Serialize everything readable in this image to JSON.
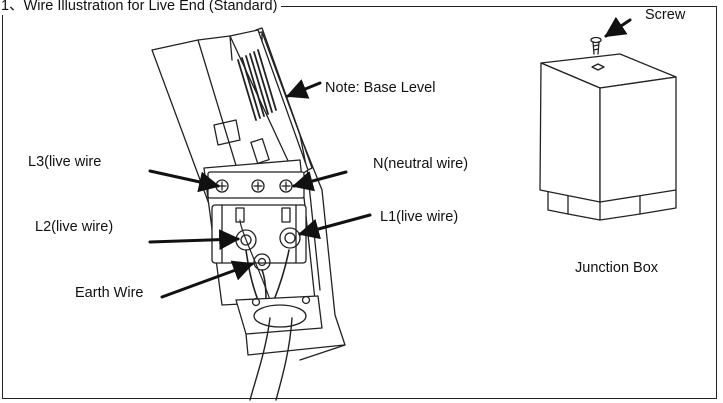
{
  "title": "1、Wire Illustration for Live End (Standard)",
  "labels": {
    "screw": "Screw",
    "note_base_level": "Note: Base Level",
    "l3": "L3(live wire",
    "n": "N(neutral wire)",
    "l2": "L2(live wire)",
    "l1": "L1(live wire)",
    "earth": "Earth Wire",
    "junction_box": "Junction Box"
  }
}
